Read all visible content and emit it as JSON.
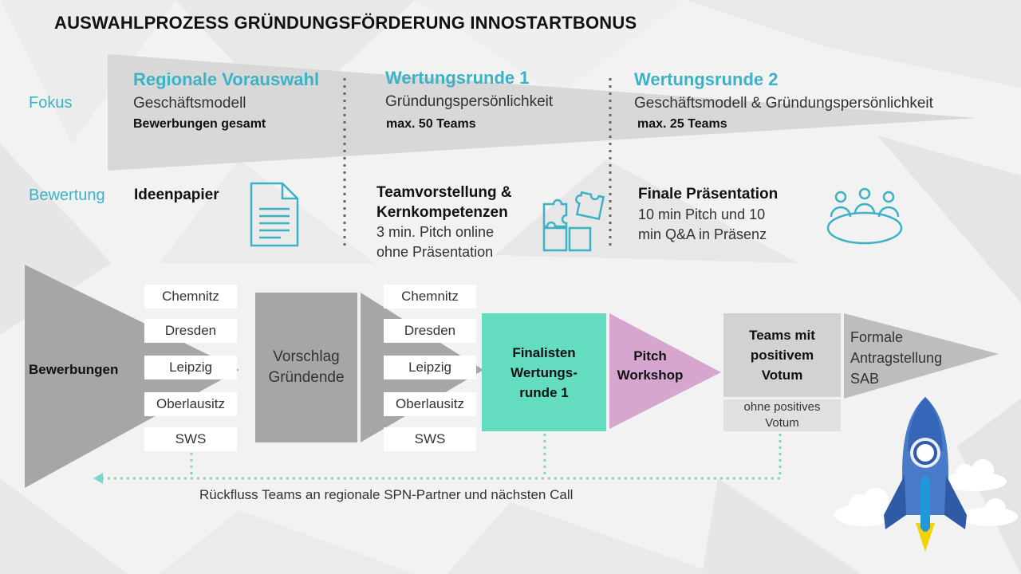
{
  "title": "AUSWAHLPROZESS GRÜNDUNGSFÖRDERUNG INNOSTARTBONUS",
  "row_labels": {
    "focus": "Fokus",
    "evaluation": "Bewertung"
  },
  "phases": [
    {
      "title": "Regionale Vorauswahl",
      "focus": "Geschäftsmodell",
      "count": "Bewerbungen  gesamt"
    },
    {
      "title": "Wertungsrunde 1",
      "focus": "Gründungspersönlichkeit",
      "count": "max. 50 Teams"
    },
    {
      "title": "Wertungsrunde 2",
      "focus": "Geschäftsmodell & Gründungspersönlichkeit",
      "count": "max. 25 Teams"
    }
  ],
  "evaluations": [
    {
      "title": "Ideenpapier",
      "desc_lines": []
    },
    {
      "title_lines": [
        "Teamvorstellung &",
        "Kernkompetenzen"
      ],
      "desc_lines": [
        "3 min. Pitch online",
        "ohne Präsentation"
      ]
    },
    {
      "title": "Finale Präsentation",
      "desc_lines": [
        "10 min Pitch und 10",
        "min Q&A in Präsenz"
      ]
    }
  ],
  "process": {
    "applications": "Bewerbungen",
    "regions": [
      "Chemnitz",
      "Dresden",
      "Leipzig",
      "Oberlausitz",
      "SWS"
    ],
    "proposal": [
      "Vorschlag",
      "Gründende"
    ],
    "finalists": [
      "Finalisten",
      "Wertungs-",
      "runde 1"
    ],
    "pitch": [
      "Pitch",
      "Workshop"
    ],
    "positive": [
      "Teams mit",
      "positivem",
      "Votum"
    ],
    "negative": [
      "ohne positives",
      "Votum"
    ],
    "formal": [
      "Formale",
      "Antragstellung",
      "SAB"
    ],
    "return_flow": "Rückfluss Teams an regionale SPN-Partner und nächsten Call"
  },
  "colors": {
    "accent": "#3db2c5",
    "finalists": "#63dcc0",
    "pitch": "#d6a6cf",
    "gray_dark": "#a6a6a6",
    "gray_light": "#d2d2d2",
    "dotted": "#7cd6c8"
  },
  "icons": [
    "document-icon",
    "puzzle-icon",
    "meeting-table-icon",
    "rocket-icon",
    "cloud-icon"
  ]
}
